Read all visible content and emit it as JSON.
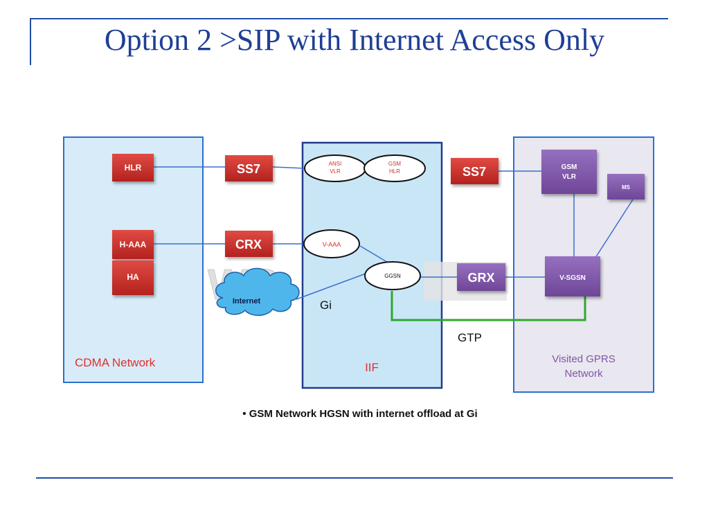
{
  "slide": {
    "title": "Option 2 >SIP with Internet Access Only",
    "bullet": "• GSM Network HGSN with internet offload at Gi"
  },
  "regions": {
    "cdma": "CDMA Network",
    "iif": "IIF",
    "visited_line1": "Visited GPRS",
    "visited_line2": "Network"
  },
  "nodes": {
    "hlr": "HLR",
    "h_aaa": "H-AAA",
    "ha": "HA",
    "ss7_left": "SS7",
    "crx": "CRX",
    "internet": "Internet",
    "ansi_vlr_1": "ANSI",
    "ansi_vlr_2": "VLR",
    "gsm_hlr_1": "GSM",
    "gsm_hlr_2": "HLR",
    "v_aaa": "V-AAA",
    "ggsn": "GGSN",
    "ss7_right": "SS7",
    "grx": "GRX",
    "gsm_vlr_1": "GSM",
    "gsm_vlr_2": "VLR",
    "ms": "MS",
    "v_sgsn": "V-SGSN"
  },
  "links": {
    "gi": "Gi",
    "gtp": "GTP"
  },
  "watermark": "WC",
  "colors": {
    "title": "#1f3e96",
    "rule": "#1f4ea8",
    "red_box": "#c8302c",
    "purple_box": "#7e55a8",
    "region_fill": "#d7ecf8",
    "region_border": "#2a6fd0",
    "visited_fill": "#e9e7f0",
    "gtp_line": "#2ea82e"
  }
}
